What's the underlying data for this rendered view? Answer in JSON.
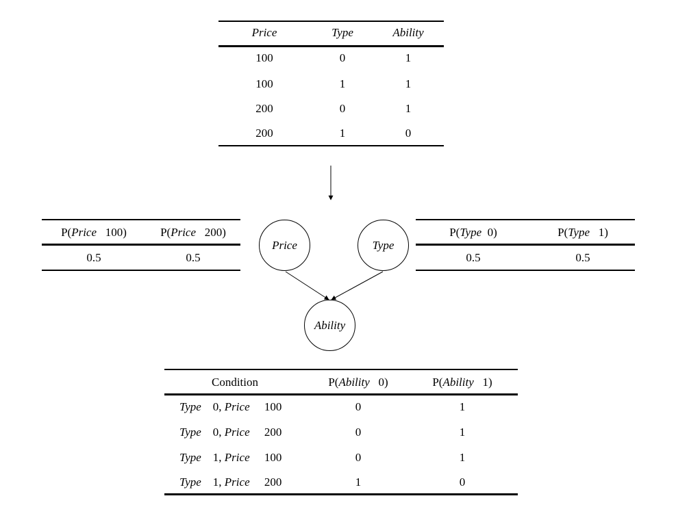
{
  "data_table": {
    "headers": [
      "Price",
      "Type",
      "Ability"
    ],
    "rows": [
      [
        "100",
        "0",
        "1"
      ],
      [
        "100",
        "1",
        "1"
      ],
      [
        "200",
        "0",
        "1"
      ],
      [
        "200",
        "1",
        "0"
      ]
    ]
  },
  "price_prior": {
    "headers": [
      {
        "fn": "P(",
        "var": "Price",
        "val": "100)"
      },
      {
        "fn": "P(",
        "var": "Price",
        "val": "200)"
      }
    ],
    "values": [
      "0.5",
      "0.5"
    ]
  },
  "type_prior": {
    "headers": [
      {
        "fn": "P(",
        "var": "Type",
        "val": "0)"
      },
      {
        "fn": "P(",
        "var": "Type",
        "val": "1)"
      }
    ],
    "values": [
      "0.5",
      "0.5"
    ]
  },
  "nodes": {
    "price": "Price",
    "type": "Type",
    "ability": "Ability"
  },
  "cpt": {
    "headers": {
      "condition": "Condition",
      "p0": {
        "fn": "P(",
        "var": "Ability",
        "val": "0)"
      },
      "p1": {
        "fn": "P(",
        "var": "Ability",
        "val": "1)"
      }
    },
    "rows": [
      {
        "t_var": "Type",
        "t_val": "0,",
        "p_var": "Price",
        "p_val": "100",
        "p0": "0",
        "p1": "1"
      },
      {
        "t_var": "Type",
        "t_val": "0,",
        "p_var": "Price",
        "p_val": "200",
        "p0": "0",
        "p1": "1"
      },
      {
        "t_var": "Type",
        "t_val": "1,",
        "p_var": "Price",
        "p_val": "100",
        "p0": "0",
        "p1": "1"
      },
      {
        "t_var": "Type",
        "t_val": "1,",
        "p_var": "Price",
        "p_val": "200",
        "p0": "1",
        "p1": "0"
      }
    ]
  }
}
